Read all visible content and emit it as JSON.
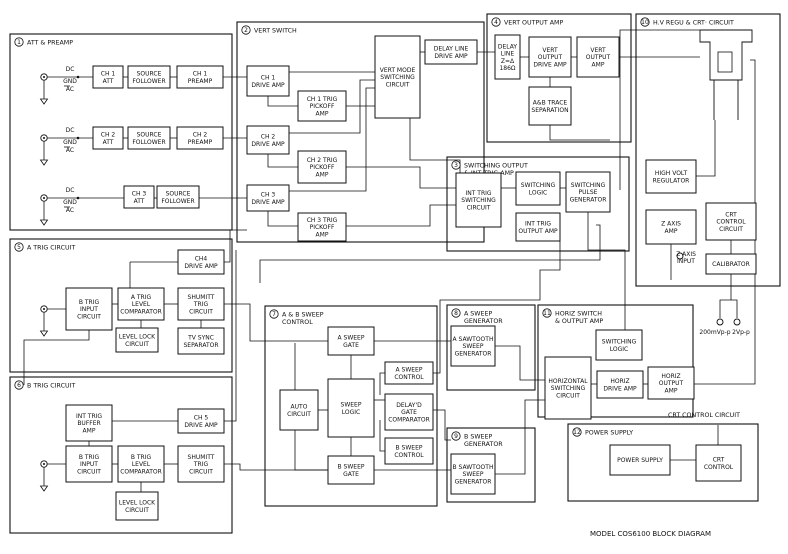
{
  "diagram": {
    "caption": "MODEL COS6100   BLOCK DIAGRAM",
    "sections": [
      {
        "num": "1",
        "title": "ATT & PREAMP"
      },
      {
        "num": "2",
        "title": "VERT SWITCH"
      },
      {
        "num": "4",
        "title": "VERT OUTPUT AMP"
      },
      {
        "num": "3",
        "title": "SWITCHING OUTPUT",
        "title2": "& INT TRIG AMP"
      },
      {
        "num": "10",
        "title": "H.V REGU & CRT· CIRCUIT"
      },
      {
        "num": "5",
        "title": "A TRIG CIRCUIT"
      },
      {
        "num": "6",
        "title": "B TRIG CIRCUIT"
      },
      {
        "num": "7",
        "title": "A & B SWEEP",
        "title2": "CONTROL"
      },
      {
        "num": "8",
        "title": "A SWEEP",
        "title2": "GENERATOR"
      },
      {
        "num": "9",
        "title": "B SWEEP",
        "title2": "GENERATOR"
      },
      {
        "num": "11",
        "title": "HORIZ SWITCH",
        "title2": "& OUTPUT AMP"
      },
      {
        "num": "12",
        "title": "POWER SUPPLY"
      }
    ],
    "blocks": [
      {
        "lines": [
          "CH 1",
          "ATT"
        ]
      },
      {
        "lines": [
          "SOURCE",
          "FOLLOWER"
        ]
      },
      {
        "lines": [
          "CH 1",
          "PREAMP"
        ]
      },
      {
        "lines": [
          "CH 2",
          "ATT"
        ]
      },
      {
        "lines": [
          "SOURCE",
          "FOLLOWER"
        ]
      },
      {
        "lines": [
          "CH 2",
          "PREAMP"
        ]
      },
      {
        "lines": [
          "CH 3",
          "ATT"
        ]
      },
      {
        "lines": [
          "SOURCE",
          "FOLLOWER"
        ]
      },
      {
        "lines": [
          "CH 1",
          "DRIVE AMP"
        ]
      },
      {
        "lines": [
          "CH 1 TRIG",
          "PICKOFF",
          "AMP"
        ]
      },
      {
        "lines": [
          "CH 2",
          "DRIVE AMP"
        ]
      },
      {
        "lines": [
          "CH 2 TRIG",
          "PICKOFF",
          "AMP"
        ]
      },
      {
        "lines": [
          "CH 3",
          "DRIVE AMP"
        ]
      },
      {
        "lines": [
          "CH 3 TRIG",
          "PICKOFF",
          "AMP"
        ]
      },
      {
        "lines": [
          "VERT MODE",
          "SWITCHING",
          "CIRCUIT"
        ]
      },
      {
        "lines": [
          "DELAY LINE",
          "DRIVE AMP"
        ]
      },
      {
        "lines": [
          "DELAY",
          "LINE",
          "Z=Δ",
          "186Ω"
        ]
      },
      {
        "lines": [
          "VERT",
          "OUTPUT",
          "DRIVE AMP"
        ]
      },
      {
        "lines": [
          "VERT",
          "OUTPUT",
          "AMP"
        ]
      },
      {
        "lines": [
          "A&B TRACE",
          "SEPARATION"
        ]
      },
      {
        "lines": [
          "INT TRIG",
          "SWITCHING",
          "CIRCUIT"
        ]
      },
      {
        "lines": [
          "SWITCHING",
          "LOGIC"
        ]
      },
      {
        "lines": [
          "SWITCHING",
          "PULSE",
          "GENERATOR"
        ]
      },
      {
        "lines": [
          "INT TRIG",
          "OUTPUT AMP"
        ]
      },
      {
        "lines": [
          "HIGH VOLT",
          "REGULATOR"
        ]
      },
      {
        "lines": [
          "Z AXIS",
          "AMP"
        ]
      },
      {
        "lines": [
          "CRT",
          "CONTROL",
          "CIRCUIT"
        ]
      },
      {
        "lines": [
          "CALIBRATOR"
        ]
      },
      {
        "lines": [
          "CH4",
          "DRIVE AMP"
        ]
      },
      {
        "lines": [
          "B  TRIG",
          "INPUT",
          "CIRCUIT"
        ]
      },
      {
        "lines": [
          "A TRIG",
          "LEVEL",
          "COMPARATOR"
        ]
      },
      {
        "lines": [
          "SHUMITT",
          "TRIG",
          "CIRCUIT"
        ]
      },
      {
        "lines": [
          "LEVEL LOCK",
          "CIRCUIT"
        ]
      },
      {
        "lines": [
          "TV SYNC",
          "SEPARATOR"
        ]
      },
      {
        "lines": [
          "INT TRIG",
          "BUFFER",
          "AMP"
        ]
      },
      {
        "lines": [
          "CH 5",
          "DRIVE AMP"
        ]
      },
      {
        "lines": [
          "B  TRIG",
          "INPUT",
          "CIRCUIT"
        ]
      },
      {
        "lines": [
          "B TRIG",
          "LEVEL",
          "COMPARATOR"
        ]
      },
      {
        "lines": [
          "SHUMITT",
          "TRIG",
          "CIRCUIT"
        ]
      },
      {
        "lines": [
          "LEVEL LOCK",
          "CIRCUIT"
        ]
      },
      {
        "lines": [
          "A SWEEP",
          "GATE"
        ]
      },
      {
        "lines": [
          "AUTO",
          "CIRCUIT"
        ]
      },
      {
        "lines": [
          "SWEEP",
          "LOGIC"
        ]
      },
      {
        "lines": [
          "B SWEEP",
          "GATE"
        ]
      },
      {
        "lines": [
          "A SWEEP",
          "CONTROL"
        ]
      },
      {
        "lines": [
          "DELAY'D",
          "GATE",
          "COMPARATOR"
        ]
      },
      {
        "lines": [
          "B SWEEP",
          "CONTROL"
        ]
      },
      {
        "lines": [
          "A SAWTOOTH",
          "SWEEP",
          "GENERATOR"
        ]
      },
      {
        "lines": [
          "B SAWTOOTH",
          "SWEEP",
          "GENERATOR"
        ]
      },
      {
        "lines": [
          "SWITCHING",
          "LOGIC"
        ]
      },
      {
        "lines": [
          "HORIZONTAL",
          "SWITCHING",
          "CIRCUIT"
        ]
      },
      {
        "lines": [
          "HORIZ",
          "DRIVE AMP"
        ]
      },
      {
        "lines": [
          "HORIZ",
          "OUTPUT",
          "AMP"
        ]
      },
      {
        "lines": [
          "POWER SUPPLY"
        ]
      },
      {
        "lines": [
          "CRT",
          "CONTROL"
        ]
      }
    ],
    "labels": {
      "dc": "DC",
      "gnd": "GND",
      "ac": "AC",
      "z_axis_input": [
        "Z AXIS",
        "INPUT"
      ],
      "cal_200mv": "200mVp-p",
      "cal_2v": "2Vp-p",
      "crt_control_circuit": "CRT CONTROL CIRCUIT"
    }
  }
}
